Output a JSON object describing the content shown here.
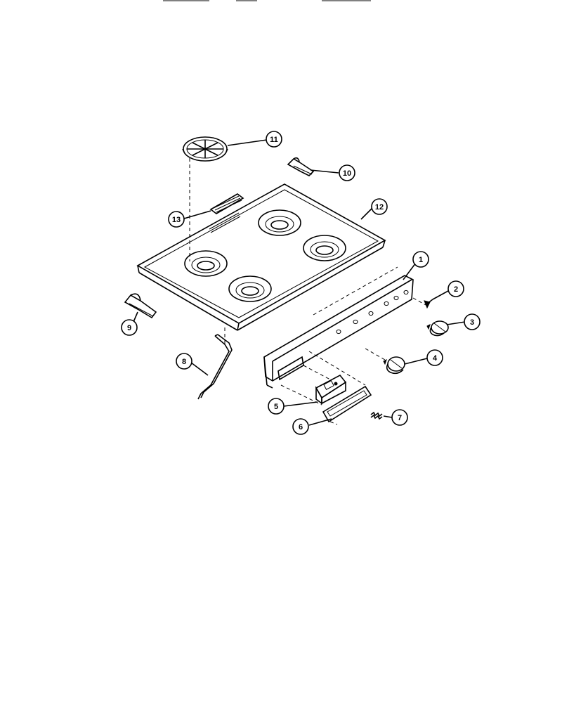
{
  "header": {
    "fragments": [
      "",
      "",
      "",
      ""
    ]
  },
  "callouts": [
    {
      "id": "callout-1",
      "label": "1"
    },
    {
      "id": "callout-2",
      "label": "2"
    },
    {
      "id": "callout-3",
      "label": "3"
    },
    {
      "id": "callout-4",
      "label": "4"
    },
    {
      "id": "callout-5",
      "label": "5"
    },
    {
      "id": "callout-6",
      "label": "6"
    },
    {
      "id": "callout-7",
      "label": "7"
    },
    {
      "id": "callout-8",
      "label": "8"
    },
    {
      "id": "callout-9",
      "label": "9"
    },
    {
      "id": "callout-10",
      "label": "10"
    },
    {
      "id": "callout-11",
      "label": "11"
    },
    {
      "id": "callout-12",
      "label": "12"
    },
    {
      "id": "callout-13",
      "label": "13"
    }
  ]
}
